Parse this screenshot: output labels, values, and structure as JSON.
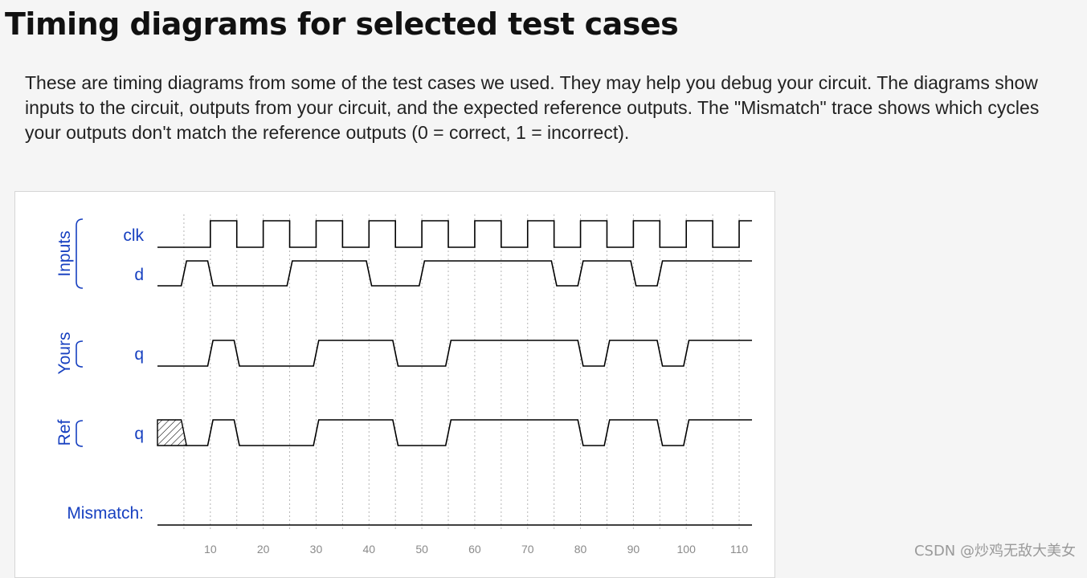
{
  "page": {
    "title": "Timing diagrams for selected test cases",
    "description": "These are timing diagrams from some of the test cases we used. They may help you debug your circuit. The diagrams show inputs to the circuit, outputs from your circuit, and the expected reference outputs. The \"Mismatch\" trace shows which cycles your outputs don't match the reference outputs (0 = correct, 1 = incorrect).",
    "watermark": "CSDN @炒鸡无敌大美女"
  },
  "timing": {
    "groups": [
      {
        "key": "inputs",
        "label": "Inputs"
      },
      {
        "key": "yours",
        "label": "Yours"
      },
      {
        "key": "ref",
        "label": "Ref"
      }
    ],
    "signals": {
      "clk": {
        "label": "clk",
        "group": "inputs",
        "initial": 0,
        "edges": [
          [
            10,
            1
          ],
          [
            15,
            0
          ],
          [
            20,
            1
          ],
          [
            25,
            0
          ],
          [
            30,
            1
          ],
          [
            35,
            0
          ],
          [
            40,
            1
          ],
          [
            45,
            0
          ],
          [
            50,
            1
          ],
          [
            55,
            0
          ],
          [
            60,
            1
          ],
          [
            65,
            0
          ],
          [
            70,
            1
          ],
          [
            75,
            0
          ],
          [
            80,
            1
          ],
          [
            85,
            0
          ],
          [
            90,
            1
          ],
          [
            95,
            0
          ],
          [
            100,
            1
          ],
          [
            105,
            0
          ],
          [
            110,
            1
          ]
        ]
      },
      "d": {
        "label": "d",
        "group": "inputs",
        "initial": 0,
        "edges": [
          [
            5,
            1
          ],
          [
            10,
            0
          ],
          [
            25,
            1
          ],
          [
            40,
            0
          ],
          [
            50,
            1
          ],
          [
            75,
            0
          ],
          [
            80,
            1
          ],
          [
            90,
            0
          ],
          [
            95,
            1
          ]
        ]
      },
      "yours_q": {
        "label": "q",
        "group": "yours",
        "initial": 0,
        "edges": [
          [
            10,
            1
          ],
          [
            15,
            0
          ],
          [
            30,
            1
          ],
          [
            45,
            0
          ],
          [
            55,
            1
          ],
          [
            80,
            0
          ],
          [
            85,
            1
          ],
          [
            95,
            0
          ],
          [
            100,
            1
          ]
        ]
      },
      "ref_q": {
        "label": "q",
        "group": "ref",
        "initial": "x",
        "edges": [
          [
            5,
            0
          ],
          [
            10,
            1
          ],
          [
            15,
            0
          ],
          [
            30,
            1
          ],
          [
            45,
            0
          ],
          [
            55,
            1
          ],
          [
            80,
            0
          ],
          [
            85,
            1
          ],
          [
            95,
            0
          ],
          [
            100,
            1
          ]
        ]
      },
      "mismatch": {
        "label": "Mismatch:",
        "initial": 0,
        "edges": []
      }
    },
    "time_range": [
      0,
      110
    ],
    "ticks": [
      "10",
      "20",
      "30",
      "40",
      "50",
      "60",
      "70",
      "80",
      "90",
      "100",
      "110"
    ],
    "tick_values": [
      10,
      20,
      30,
      40,
      50,
      60,
      70,
      80,
      90,
      100,
      110
    ]
  }
}
